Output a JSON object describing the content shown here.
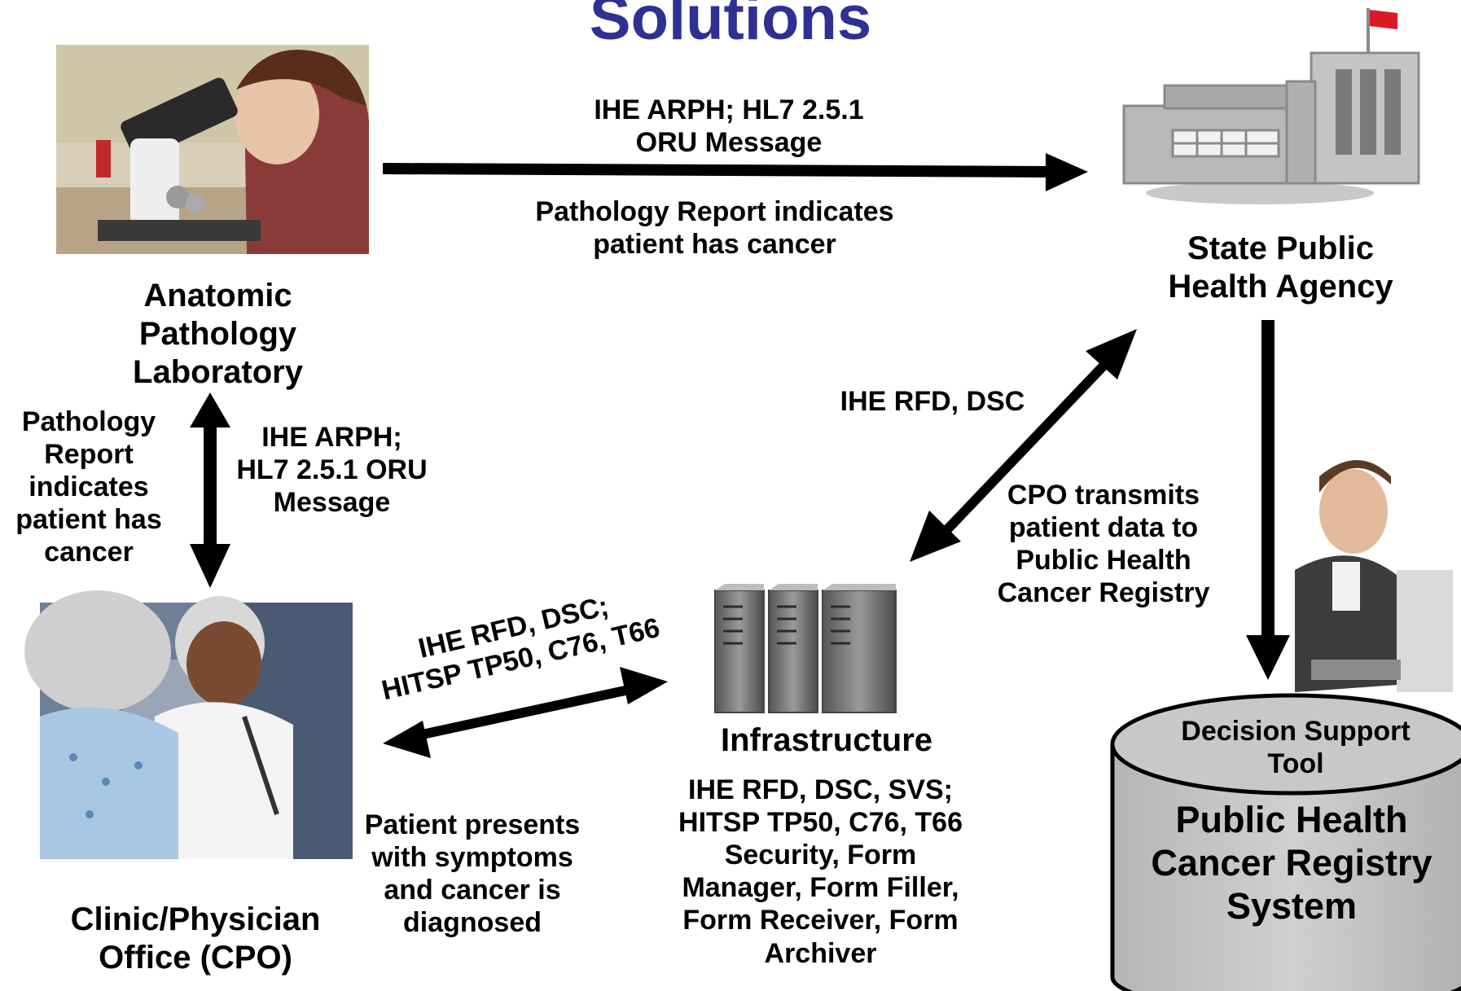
{
  "title": "Solutions",
  "nodes": {
    "lab": "Anatomic\nPathology\nLaboratory",
    "agency": "State Public\nHealth Agency",
    "cpo": "Clinic/Physician\nOffice (CPO)",
    "infrastructure": "Infrastructure",
    "registry_top": "Decision Support\nTool",
    "registry_main": "Public Health\nCancer Registry\nSystem"
  },
  "edges": {
    "lab_to_agency_label": "IHE ARPH; HL7 2.5.1\nORU Message",
    "lab_to_agency_note": "Pathology Report indicates\npatient has cancer",
    "lab_cpo_note": "Pathology\nReport\nindicates\npatient has\ncancer",
    "lab_cpo_label": "IHE ARPH;\nHL7 2.5.1 ORU\nMessage",
    "infra_agency_label": "IHE RFD, DSC",
    "infra_agency_note": "CPO transmits\npatient data to\nPublic Health\nCancer Registry",
    "cpo_infra_label": "IHE RFD, DSC;\nHITSP TP50, C76, T66",
    "cpo_note": "Patient presents\nwith symptoms\nand cancer is\ndiagnosed",
    "infra_details": "IHE RFD, DSC, SVS;\nHITSP TP50, C76, T66\nSecurity, Form\nManager, Form Filler,\nForm Receiver, Form\nArchiver"
  },
  "colors": {
    "title": "#2e3192",
    "arrow": "#000000",
    "cylinder": "#c0c0c0",
    "building": "#b8b8b8",
    "flag": "#d91a26"
  }
}
